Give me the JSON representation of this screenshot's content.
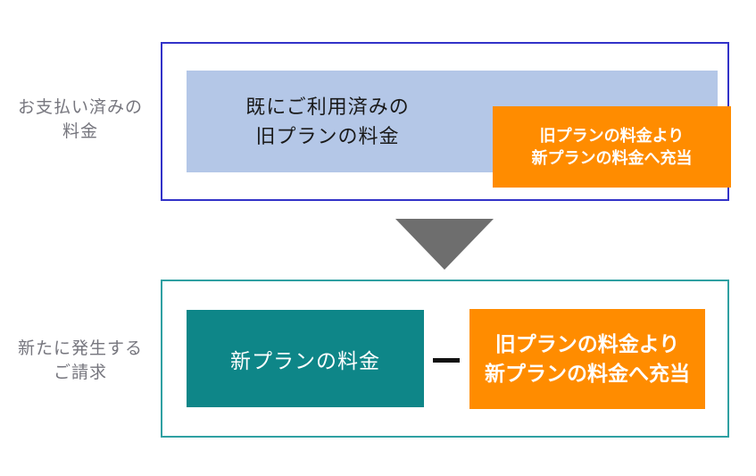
{
  "colors": {
    "top_box_border": "#3232c8",
    "paid_fill": "#b4c7e7",
    "credit_fill": "#ff8c00",
    "new_plan_fill": "#0e8688",
    "bottom_box_border": "#2fa0a2",
    "arrow_color": "#6e6e6e",
    "side_label_text": "#76767e"
  },
  "paid_section": {
    "side_label": {
      "line1": "お支払い済みの",
      "line2": "料金"
    },
    "old_plan_box": {
      "line1": "既にご利用済みの",
      "line2": "旧プランの料金"
    },
    "credit_box": {
      "line1": "旧プランの料金より",
      "line2": "新プランの料金へ充当"
    }
  },
  "arrow": {
    "description": "down-triangle"
  },
  "billing_section": {
    "side_label": {
      "line1": "新たに発生する",
      "line2": "ご請求"
    },
    "new_plan_box": {
      "label": "新プランの料金"
    },
    "operator": "−",
    "credit_box": {
      "line1": "旧プランの料金より",
      "line2": "新プランの料金へ充当"
    }
  }
}
